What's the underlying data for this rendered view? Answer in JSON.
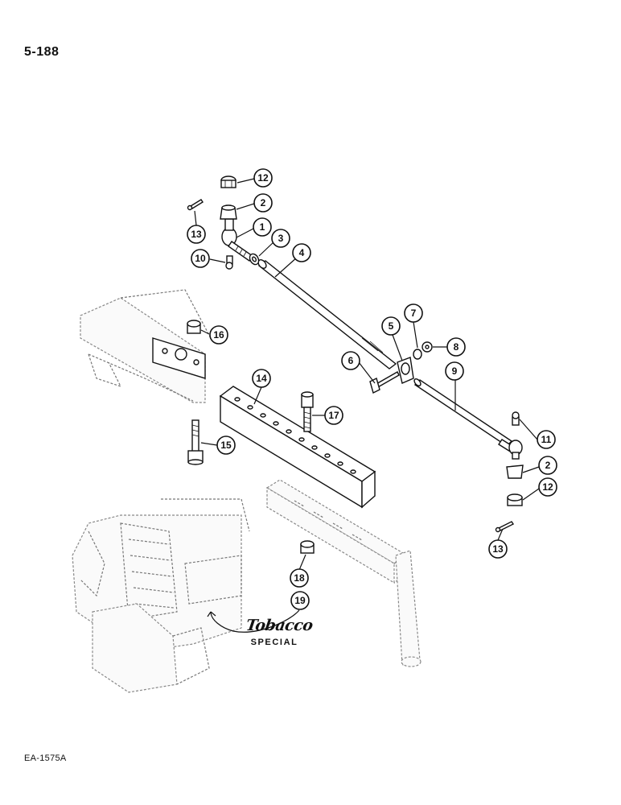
{
  "header": {
    "page_number": "5-188"
  },
  "footer": {
    "figure_code": "EA-1575A"
  },
  "tobacco_label": {
    "script": "Tobacco",
    "special": "SPECIAL"
  },
  "callouts": [
    {
      "id": "c12a",
      "label": "12"
    },
    {
      "id": "c2a",
      "label": "2"
    },
    {
      "id": "c13a",
      "label": "13"
    },
    {
      "id": "c1",
      "label": "1"
    },
    {
      "id": "c3",
      "label": "3"
    },
    {
      "id": "c10",
      "label": "10"
    },
    {
      "id": "c4",
      "label": "4"
    },
    {
      "id": "c16",
      "label": "16"
    },
    {
      "id": "c5",
      "label": "5"
    },
    {
      "id": "c7",
      "label": "7"
    },
    {
      "id": "c8",
      "label": "8"
    },
    {
      "id": "c6",
      "label": "6"
    },
    {
      "id": "c9",
      "label": "9"
    },
    {
      "id": "c14",
      "label": "14"
    },
    {
      "id": "c17",
      "label": "17"
    },
    {
      "id": "c11",
      "label": "11"
    },
    {
      "id": "c15",
      "label": "15"
    },
    {
      "id": "c2b",
      "label": "2"
    },
    {
      "id": "c12b",
      "label": "12"
    },
    {
      "id": "c13b",
      "label": "13"
    },
    {
      "id": "c18",
      "label": "18"
    },
    {
      "id": "c19",
      "label": "19"
    }
  ]
}
